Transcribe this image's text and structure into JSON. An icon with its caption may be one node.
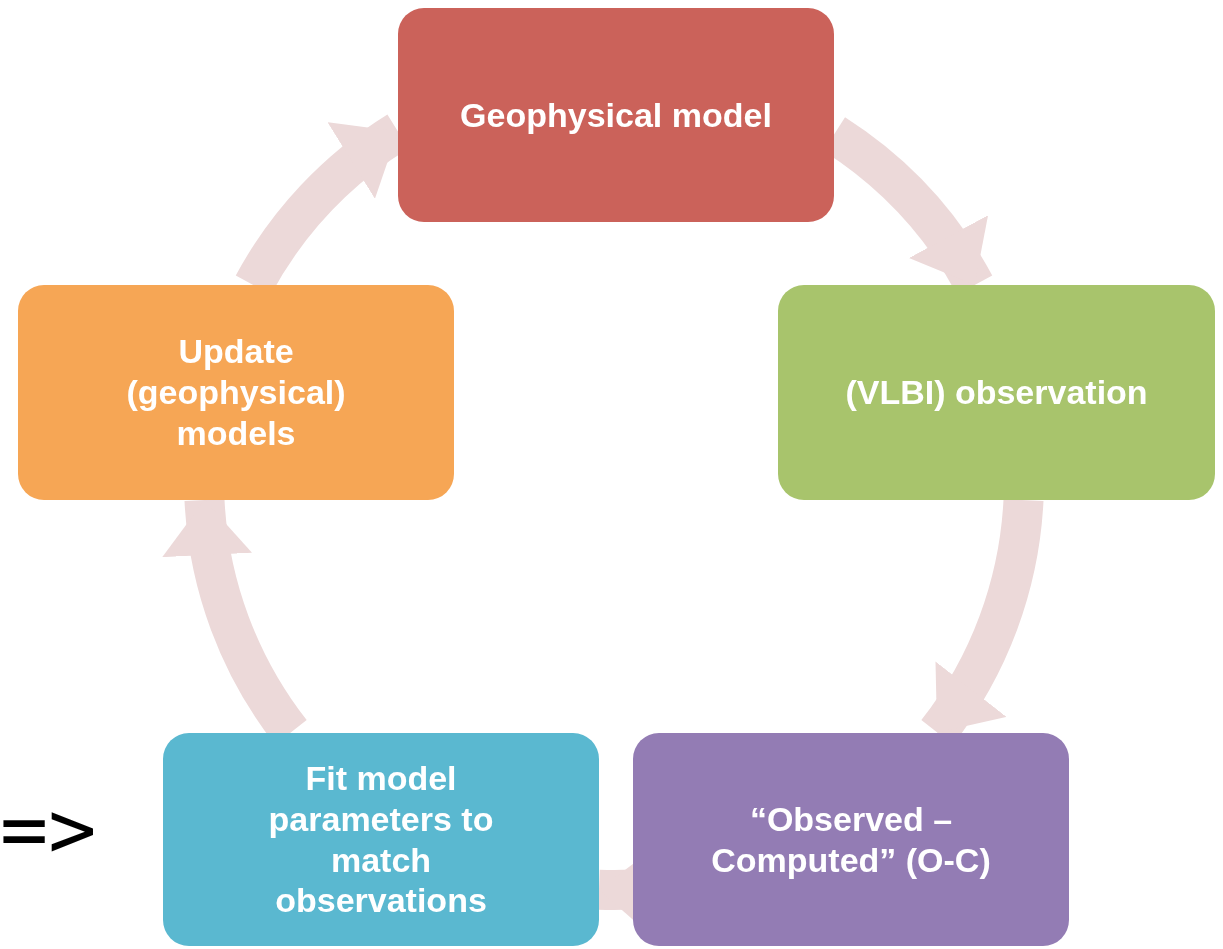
{
  "diagram": {
    "nodes": [
      {
        "text": [
          "Geophysical model"
        ]
      },
      {
        "text": [
          "(VLBI) observation"
        ]
      },
      {
        "text": [
          "“Observed – Computed” (O-C)"
        ]
      },
      {
        "text": [
          "Fit model parameters to match observations"
        ]
      },
      {
        "text": [
          "Update (geophysical) models"
        ]
      }
    ],
    "edges": [
      {
        "from": 0,
        "to": 1,
        "arrow": "to"
      },
      {
        "from": 1,
        "to": 2,
        "arrow": "to"
      },
      {
        "from": 2,
        "to": 3,
        "arrow": "to"
      },
      {
        "from": 3,
        "to": 4,
        "arrow": "to"
      },
      {
        "from": 4,
        "to": 0,
        "arrow": "to"
      }
    ],
    "labels": [
      "=>"
    ]
  }
}
